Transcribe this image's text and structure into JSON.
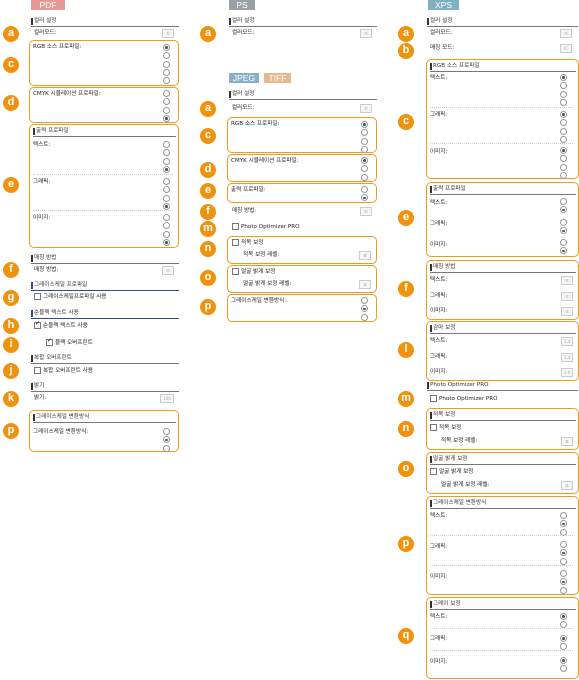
{
  "tabs": {
    "pdf": "PDF",
    "ps": "PS",
    "xps": "XPS",
    "jpeg": "JPEG",
    "tiff": "TIFF"
  },
  "badges": {
    "a": "a",
    "b": "b",
    "c": "c",
    "d": "d",
    "e": "e",
    "f": "f",
    "g": "g",
    "h": "h",
    "i": "i",
    "j": "j",
    "k": "k",
    "l": "l",
    "m": "m",
    "n": "n",
    "o": "o",
    "p": "p",
    "q": "q"
  },
  "labels": {
    "color_settings": "컬러 설정",
    "color_mode": "컬러모드:",
    "matching_mode": "매칭 모드:",
    "rgb_profile": "RGB 소스 프로파일:",
    "rgb_profile_xps": "RGB 소스 프로파일",
    "cmyk_profile": "CMYK 시뮬레이션 프로파일:",
    "output_profile": "출력 프로파일",
    "output_profile_colon": "출력 프로파일:",
    "text": "텍스트:",
    "graphics": "그래픽:",
    "image": "이미지:",
    "matching_method": "매칭 방법",
    "matching_method_colon": "매칭 방법:",
    "gray_profile": "그레이스케일 프로파일",
    "use_gray_profile": "그레이스케일프로파일 사용",
    "pure_black": "순블랙 텍스트 사용",
    "pure_black_chk": "순블랙 텍스트 사용",
    "black_overprint": "블랙 오버프린트",
    "composite_overprint": "복합 오버프린트",
    "use_composite_overprint": "복합 오버프린트 사용",
    "brightness": "밝기",
    "brightness_colon": "밝기:",
    "gray_conversion": "그레이스케일 변환방식",
    "gray_conversion_colon": "그레이스케일 변환방식:",
    "photo_optimizer": "Photo Optimizer PRO",
    "redeye": "적목 보정",
    "redeye_level": "적목 보정 레벨:",
    "face_bright": "얼굴 밝게 보정",
    "face_bright_level": "얼굴 밝게 보정 레벨:",
    "gamma": "감마 보정",
    "gray_comp": "그레이 보정"
  },
  "values": {
    "color_mode": "자",
    "matching_mode": "IC",
    "matching_method": "보",
    "brightness": "100",
    "level": "표",
    "gamma": "1.4"
  },
  "radio_hint": "표"
}
